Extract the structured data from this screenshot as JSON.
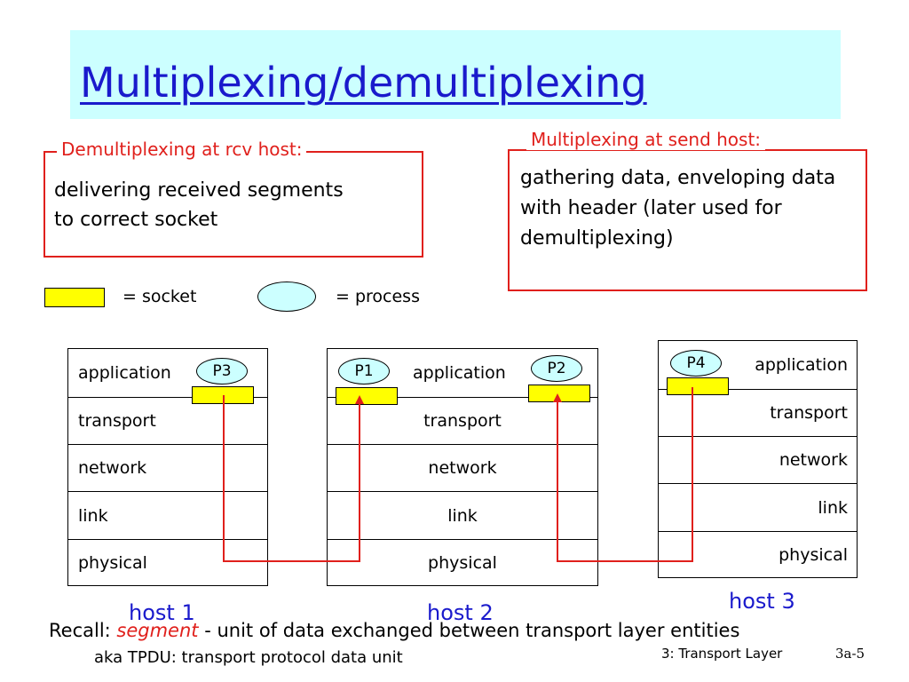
{
  "title": "Multiplexing/demultiplexing",
  "demux_box": {
    "label": "Demultiplexing at rcv host:",
    "line1": "delivering received segments",
    "line2": "to correct socket"
  },
  "mux_box": {
    "label": "Multiplexing at send host:",
    "line1": "gathering data, enveloping data",
    "line2": "with  header (later used for",
    "line3": "demultiplexing)"
  },
  "legend": {
    "socket_label": "= socket",
    "process_label": "= process"
  },
  "hosts": [
    {
      "name": "host 1",
      "process": "P3",
      "layers": [
        "application",
        "transport",
        "network",
        "link",
        "physical"
      ]
    },
    {
      "name": "host 2",
      "process_left": "P1",
      "process_right": "P2",
      "layers": [
        "application",
        "transport",
        "network",
        "link",
        "physical"
      ]
    },
    {
      "name": "host 3",
      "process": "P4",
      "layers": [
        "application",
        "transport",
        "network",
        "link",
        "physical"
      ]
    }
  ],
  "recall": {
    "prefix": "Recall: ",
    "term": "segment",
    "suffix": " - unit of data exchanged between transport layer entities",
    "line2": "aka TPDU: transport protocol data unit"
  },
  "footer": {
    "chapter": "3: Transport Layer",
    "slide": "3a-5"
  },
  "colors": {
    "title": "#1a1acc",
    "accent_red": "#e0201c",
    "socket": "#ffff00",
    "process": "#ccffff",
    "title_band": "#ccffff"
  }
}
